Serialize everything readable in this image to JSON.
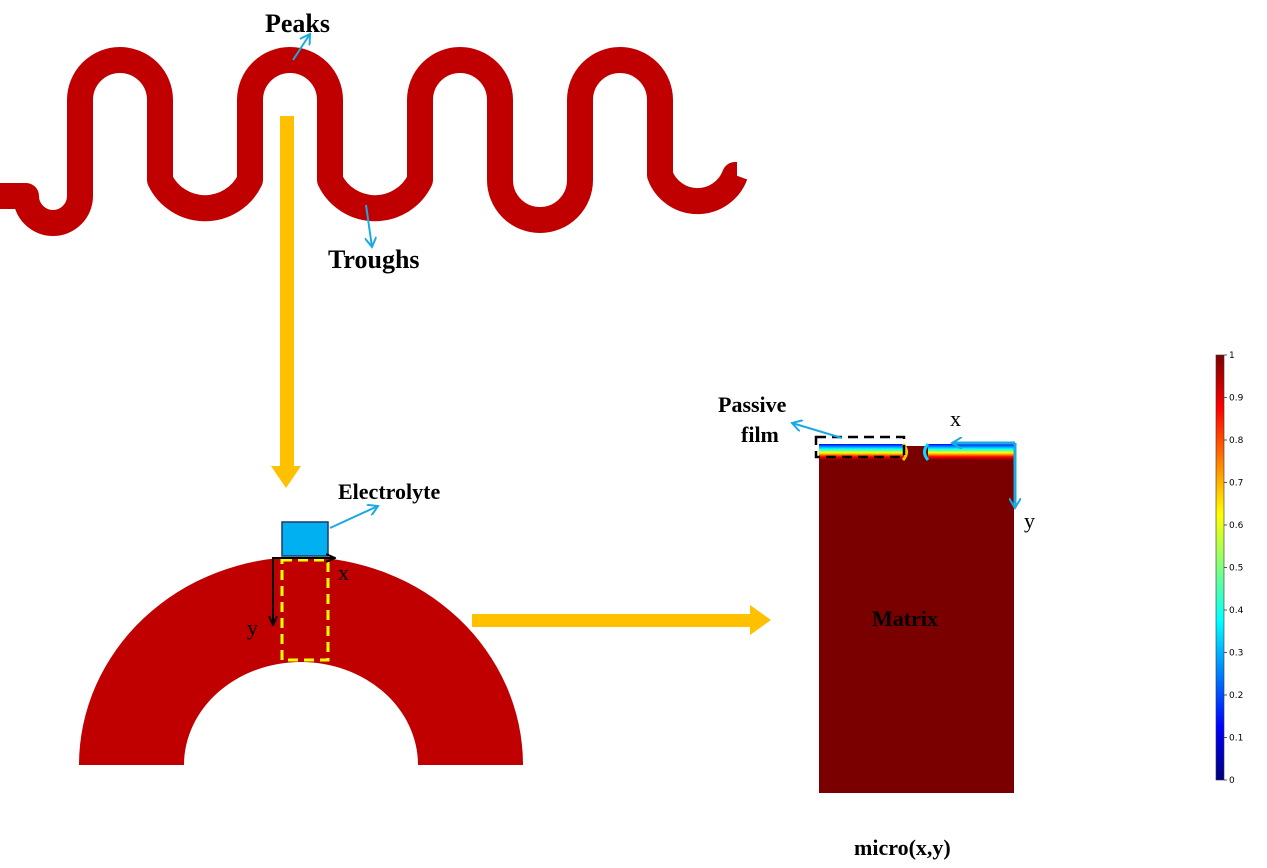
{
  "labels": {
    "peaks": "Peaks",
    "troughs": "Troughs",
    "electrolyte": "Electrolyte",
    "passive_film_line1": "Passive",
    "passive_film_line2": "film",
    "matrix": "Matrix",
    "axis_x_left": "x",
    "axis_y_left": "y",
    "axis_x_right": "x",
    "axis_y_right": "y",
    "field_title": "micro(x,y)"
  },
  "colorbar": {
    "min": 0,
    "max": 1,
    "ticks": [
      "0",
      "0.1",
      "0.2",
      "0.3",
      "0.4",
      "0.5",
      "0.6",
      "0.7",
      "0.8",
      "0.9",
      "1"
    ]
  },
  "colors": {
    "metal_red": "#c00000",
    "matrix_dark_red": "#7a0000",
    "flow_arrow": "#ffc000",
    "pointer_arrow": "#1aa9e0",
    "electrolyte_fill": "#00b0f0",
    "selection_dashed": "#ffff00"
  }
}
